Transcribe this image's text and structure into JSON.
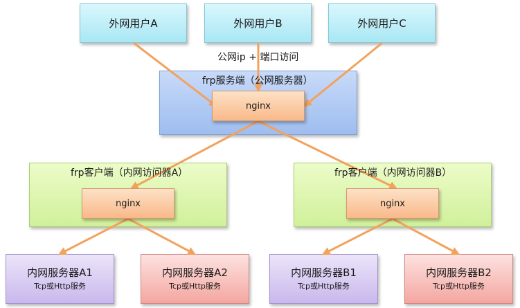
{
  "users": [
    {
      "label": "外网用户A"
    },
    {
      "label": "外网用户B"
    },
    {
      "label": "外网用户C"
    }
  ],
  "access_caption": "公网ip + 端口访问",
  "server": {
    "title": "frp服务端（公网服务器）",
    "nginx": "nginx"
  },
  "clients": [
    {
      "title": "frp客户端（内网访问器A）",
      "nginx": "nginx"
    },
    {
      "title": "frp客户端（内网访问器B）",
      "nginx": "nginx"
    }
  ],
  "services": [
    {
      "name": "内网服务器A1",
      "proto": "Tcp或Http服务"
    },
    {
      "name": "内网服务器A2",
      "proto": "Tcp或Http服务"
    },
    {
      "name": "内网服务器B1",
      "proto": "Tcp或Http服务"
    },
    {
      "name": "内网服务器B2",
      "proto": "Tcp或Http服务"
    }
  ],
  "colors": {
    "arrow": "#f2a25c",
    "user_fill": "#bfeef8",
    "server_fill": "#b3ccf4",
    "client_fill": "#dff6b3",
    "nginx_fill": "#fbcda6",
    "service_a_fill": "#d8ccf2",
    "service_b_fill": "#f8c0bb"
  }
}
